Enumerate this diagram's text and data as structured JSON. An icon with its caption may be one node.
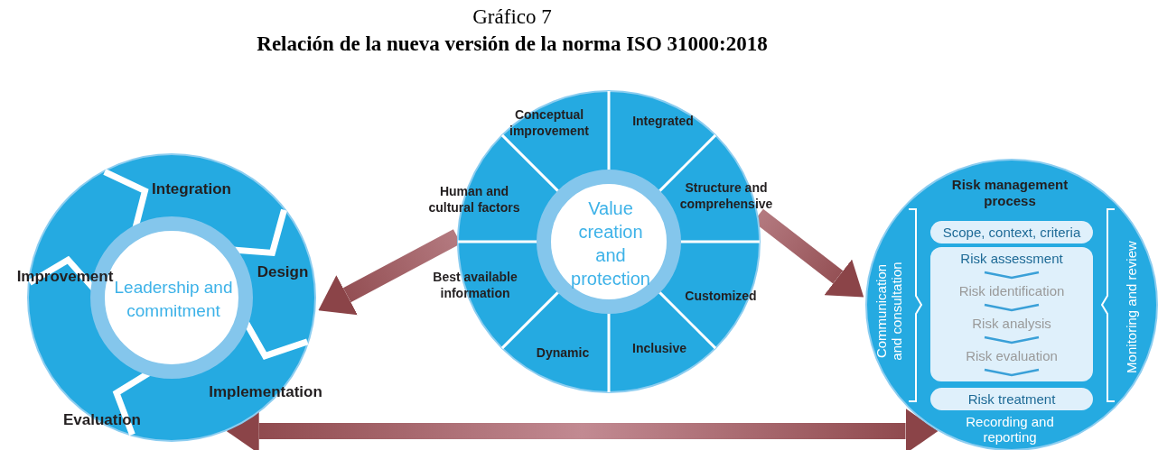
{
  "diagram": {
    "title": "Relación de la nueva versión de la norma ISO 31000:2018",
    "nodes": [
      {
        "text": [
          "Value creation and protection"
        ]
      },
      {
        "text": [
          "Conceptual improvement"
        ],
        "in": 0
      },
      {
        "text": [
          "Integrated"
        ],
        "in": 0
      },
      {
        "text": [
          "Structure and comprehensive"
        ],
        "in": 0
      },
      {
        "text": [
          "Customized"
        ],
        "in": 0
      },
      {
        "text": [
          "Inclusive"
        ],
        "in": 0
      },
      {
        "text": [
          "Dynamic"
        ],
        "in": 0
      },
      {
        "text": [
          "Best available information"
        ],
        "in": 0
      },
      {
        "text": [
          "Human and cultural factors"
        ],
        "in": 0
      },
      {
        "text": [
          "Leadership and commitment"
        ]
      },
      {
        "text": [
          "Integration"
        ],
        "in": 9
      },
      {
        "text": [
          "Design"
        ],
        "in": 9
      },
      {
        "text": [
          "Implementation"
        ],
        "in": 9
      },
      {
        "text": [
          "Evaluation"
        ],
        "in": 9
      },
      {
        "text": [
          "Improvement"
        ],
        "in": 9
      },
      {
        "text": [
          "Risk management process",
          "Communication and consultation",
          "Monitoring and review",
          "Recording and reporting"
        ]
      },
      {
        "text": [
          "Scope, context, criteria"
        ],
        "in": 15
      },
      {
        "text": [
          "Risk assessment",
          "Risk identification",
          "Risk analysis",
          "Risk evaluation"
        ],
        "in": 15
      },
      {
        "text": [
          "Risk treatment"
        ],
        "in": 15
      }
    ],
    "edges": [
      {
        "from": 0,
        "to": 9,
        "arrow": "to"
      },
      {
        "from": 0,
        "to": 15,
        "arrow": "to"
      },
      {
        "from": 9,
        "to": 15,
        "arrow": "both"
      }
    ],
    "labels": [
      "Gráfico 7"
    ]
  }
}
